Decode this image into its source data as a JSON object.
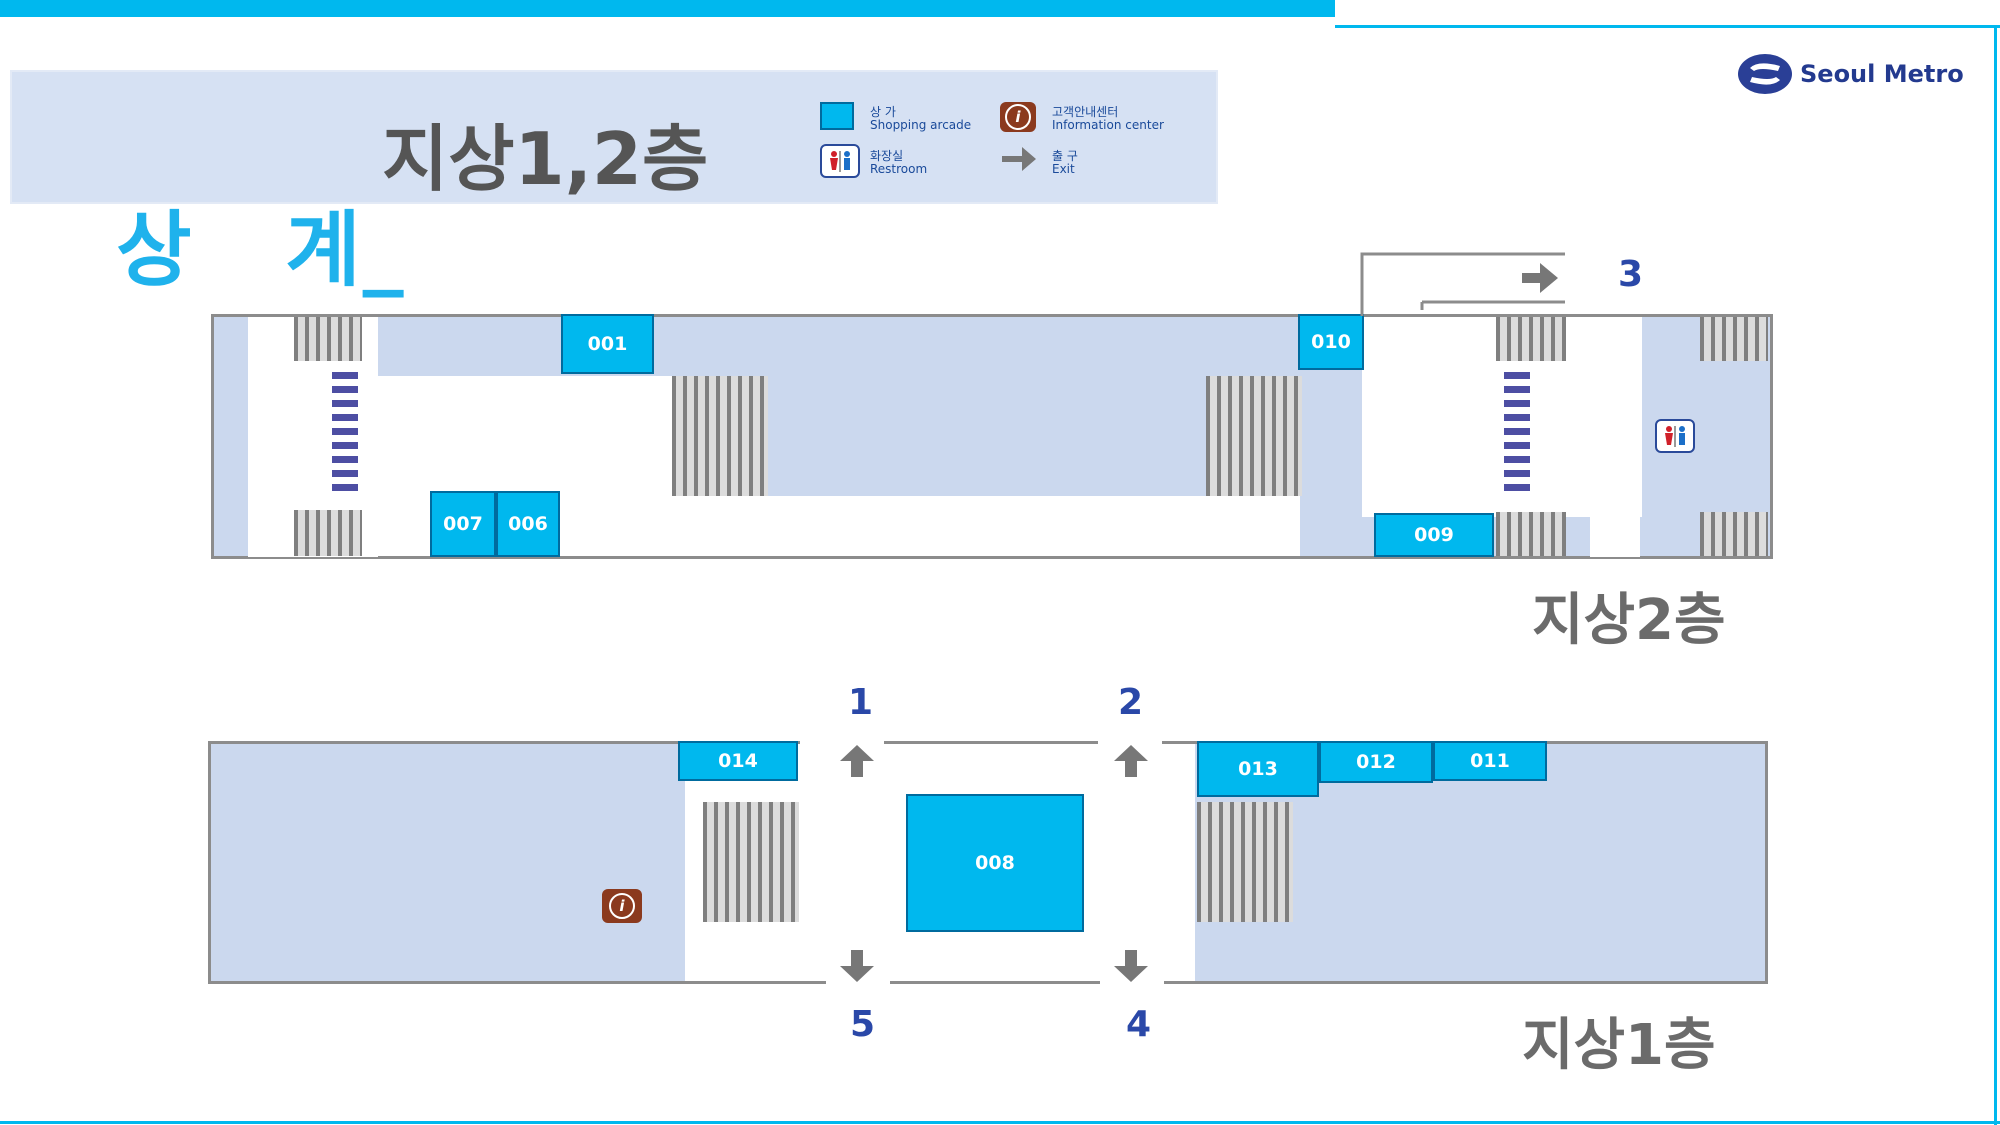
{
  "header": {
    "station_name": "상   계",
    "separator": "_",
    "floors": "지상1,2층"
  },
  "brand": {
    "name": "Seoul Metro",
    "logo_icon": "seoul-metro-s-logo"
  },
  "legend": {
    "shopping": {
      "ko": "상 가",
      "en": "Shopping arcade",
      "color": "#00b8ee"
    },
    "info": {
      "ko": "고객안내센터",
      "en": "Information center",
      "icon": "info-icon"
    },
    "restroom": {
      "ko": "화장실",
      "en": "Restroom",
      "icon": "restroom-icon"
    },
    "exit": {
      "ko": "출 구",
      "en": "Exit",
      "icon": "arrow-icon"
    }
  },
  "floor2": {
    "label": "지상2층",
    "shops": [
      "001",
      "010",
      "007",
      "006",
      "009"
    ],
    "exit": "3"
  },
  "floor1": {
    "label": "지상1층",
    "shops": [
      "014",
      "013",
      "012",
      "011",
      "008"
    ],
    "exits": [
      "1",
      "2",
      "5",
      "4"
    ]
  },
  "colors": {
    "accent": "#00b8ee",
    "floor_fill": "#cbd8ee",
    "exit_number": "#2a48a8"
  }
}
